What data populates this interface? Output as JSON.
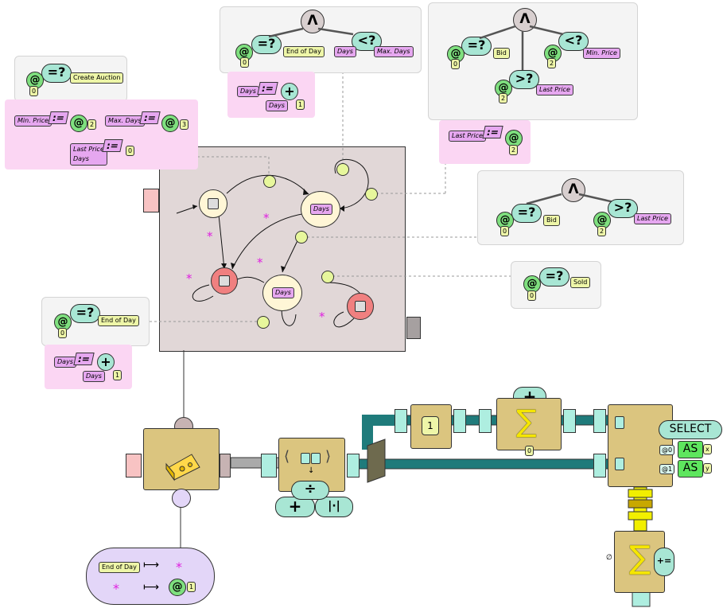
{
  "labels": {
    "create_auction": "Create Auction",
    "end_of_day": "End of Day",
    "days": "Days",
    "max_days": "Max. Days",
    "min_price": "Min. Price",
    "last_price": "Last Price",
    "bid": "Bid",
    "sold": "Sold"
  },
  "symbols": {
    "equals_q": "=?",
    "less_q": "<?",
    "greater_q": ">?",
    "and": "Λ",
    "assign": ":=",
    "at": "@",
    "plus": "+",
    "divide": "÷",
    "abs": "|·|",
    "sum": "∑",
    "plus_assign": "+=",
    "star": "*",
    "mapsto": "⟼",
    "empty": "∅",
    "arrow_down": "↓",
    "bracket_l": "⟨",
    "bracket_r": "⟩"
  },
  "numbers": {
    "n0": "0",
    "n1": "1",
    "n2": "2",
    "n3": "3",
    "at0": "@0",
    "at1": "@1"
  },
  "select": {
    "title": "SELECT",
    "as": "AS",
    "x": "x",
    "y": "y"
  },
  "colors": {
    "state_start": "#fff6d6",
    "state_final": "#f08080",
    "machine_bg": "#e1d7d7",
    "box_tan": "#dbc57f",
    "pipe_teal": "#1f7b7b"
  }
}
